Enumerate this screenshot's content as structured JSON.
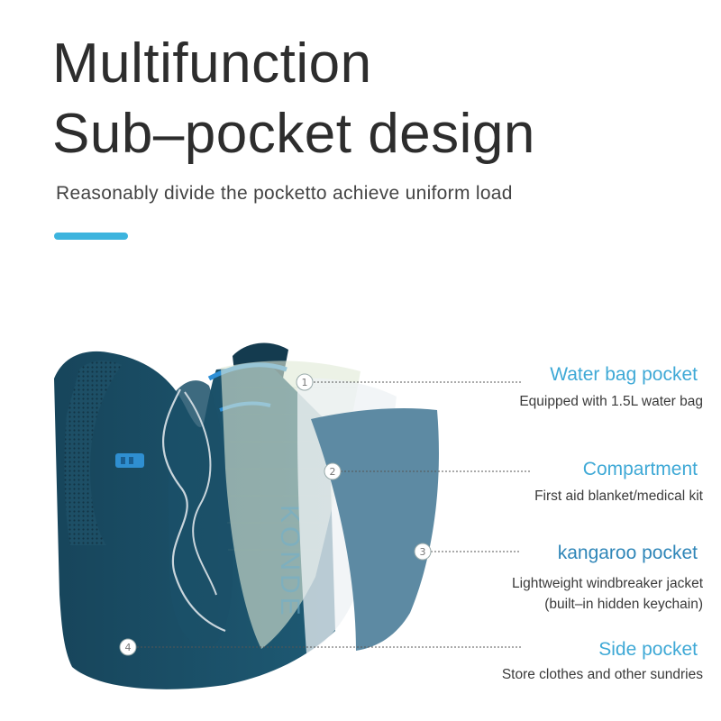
{
  "header": {
    "title_line1": "Multifunction",
    "title_line2": "Sub–pocket design",
    "subtitle": "Reasonably divide the pocketto achieve uniform load"
  },
  "colors": {
    "accent": "#3db4de",
    "vest_dark": "#163f54",
    "vest_mid": "#1f5a74",
    "layer_blue": "#5d8aa3"
  },
  "callouts": [
    {
      "number": "1",
      "title": "Water bag pocket",
      "description": "Equipped with 1.5L water bag",
      "title_color": "#3fa9d6"
    },
    {
      "number": "2",
      "title": "Compartment",
      "description": "First aid blanket/medical kit",
      "title_color": "#3fa9d6"
    },
    {
      "number": "3",
      "title": "kangaroo pocket",
      "description": "Lightweight windbreaker jacket",
      "description_line2": "(built–in hidden keychain)",
      "title_color": "#2f86b8"
    },
    {
      "number": "4",
      "title": "Side pocket",
      "description": "Store clothes and other sundries",
      "title_color": "#3fa9d6"
    }
  ]
}
